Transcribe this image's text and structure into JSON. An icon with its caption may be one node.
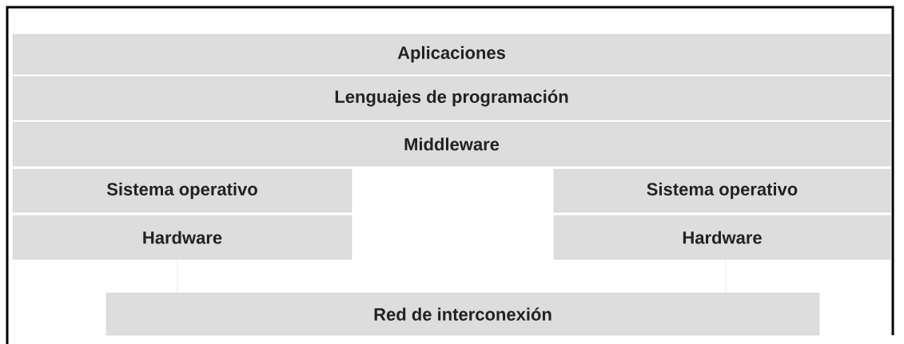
{
  "diagram": {
    "nodes": [
      {
        "text": [
          "Aplicaciones"
        ]
      },
      {
        "text": [
          "Lenguajes de programación"
        ]
      },
      {
        "text": [
          "Middleware"
        ]
      },
      {
        "text": [
          "Sistema operativo"
        ]
      },
      {
        "text": [
          "Sistema operativo"
        ]
      },
      {
        "text": [
          "Hardware"
        ]
      },
      {
        "text": [
          "Hardware"
        ]
      },
      {
        "text": [
          "Red de interconexión"
        ]
      }
    ],
    "edges": [
      {
        "from": 5,
        "to": 7,
        "arrow": "none"
      },
      {
        "from": 6,
        "to": 7,
        "arrow": "none"
      }
    ]
  }
}
